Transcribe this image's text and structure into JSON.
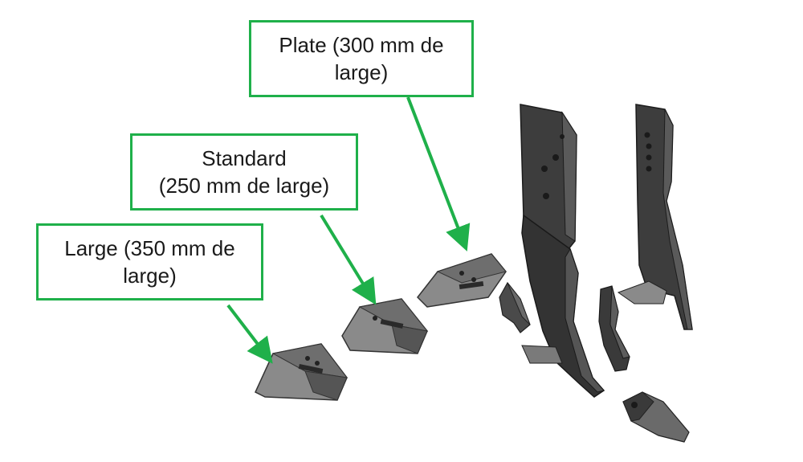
{
  "callouts": {
    "plate": {
      "line1": "Plate (300 mm de",
      "line2": "large)"
    },
    "standard": {
      "line1": "Standard",
      "line2": "(250 mm de large)"
    },
    "large": {
      "line1": "Large (350 mm de",
      "line2": "large)"
    }
  },
  "colors": {
    "callout_border": "#1fb04a",
    "arrow": "#1fb04a",
    "part_dark": "#3a3a3a",
    "part_mid": "#5c5c5c",
    "part_light": "#8a8a8a"
  }
}
